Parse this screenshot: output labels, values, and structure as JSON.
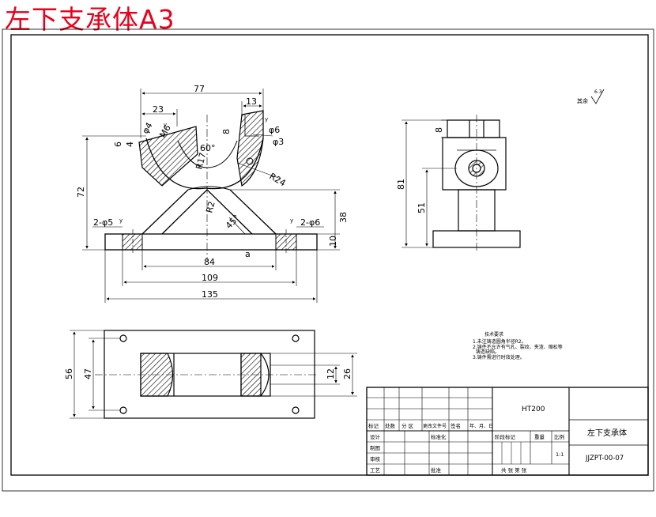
{
  "banner_title": "左下支承体A3",
  "colors": {
    "banner": "#e8001c",
    "line": "#000000"
  },
  "front_view": {
    "dims": {
      "d77": "77",
      "d23": "23",
      "d13": "13",
      "d72": "72",
      "d38": "38",
      "d84": "84",
      "d109": "109",
      "d135": "135",
      "d10": "10",
      "d8": "8",
      "d6": "6",
      "d4": "4"
    },
    "labels": {
      "m6": "M6",
      "phi4": "φ4",
      "phi6": "φ6",
      "phi3": "φ3",
      "r17": "R17",
      "r24": "R24",
      "r2": "R2",
      "a60": "60°",
      "a45": "45°",
      "p5": "2-φ5",
      "p6": "2-φ6",
      "y": "y",
      "a": "a"
    }
  },
  "side_view": {
    "dims": {
      "d81": "81",
      "d51": "51",
      "d8": "8"
    }
  },
  "top_view": {
    "dims": {
      "d56": "56",
      "d47": "47",
      "d12": "12",
      "d26": "26"
    }
  },
  "roughness": {
    "value": "6.3",
    "note": "其余"
  },
  "tech_notes": {
    "title": "技术要求",
    "lines": [
      "1.未注铸造圆角半径R2。",
      "2.铸件不允许有气孔、裂纹、夹渣、缩松等",
      "铸造缺陷。",
      "3.铸件需进行时效处理。"
    ]
  },
  "title_block": {
    "material": "HT200",
    "part_name": "左下支承体",
    "drawing_no": "JJZPT-00-07",
    "scale": "1:1",
    "row_headers": [
      "标记",
      "处数",
      "分 区",
      "更改文件号",
      "签名",
      "年、月、日"
    ],
    "left_labels": [
      "设计",
      "制图",
      "审核",
      "工艺"
    ],
    "standardize": "标准化",
    "approve": "批准",
    "stage_mark": "阶段标记",
    "weight": "重量",
    "ratio": "比例",
    "sheet_info": "共  张  第  张"
  }
}
